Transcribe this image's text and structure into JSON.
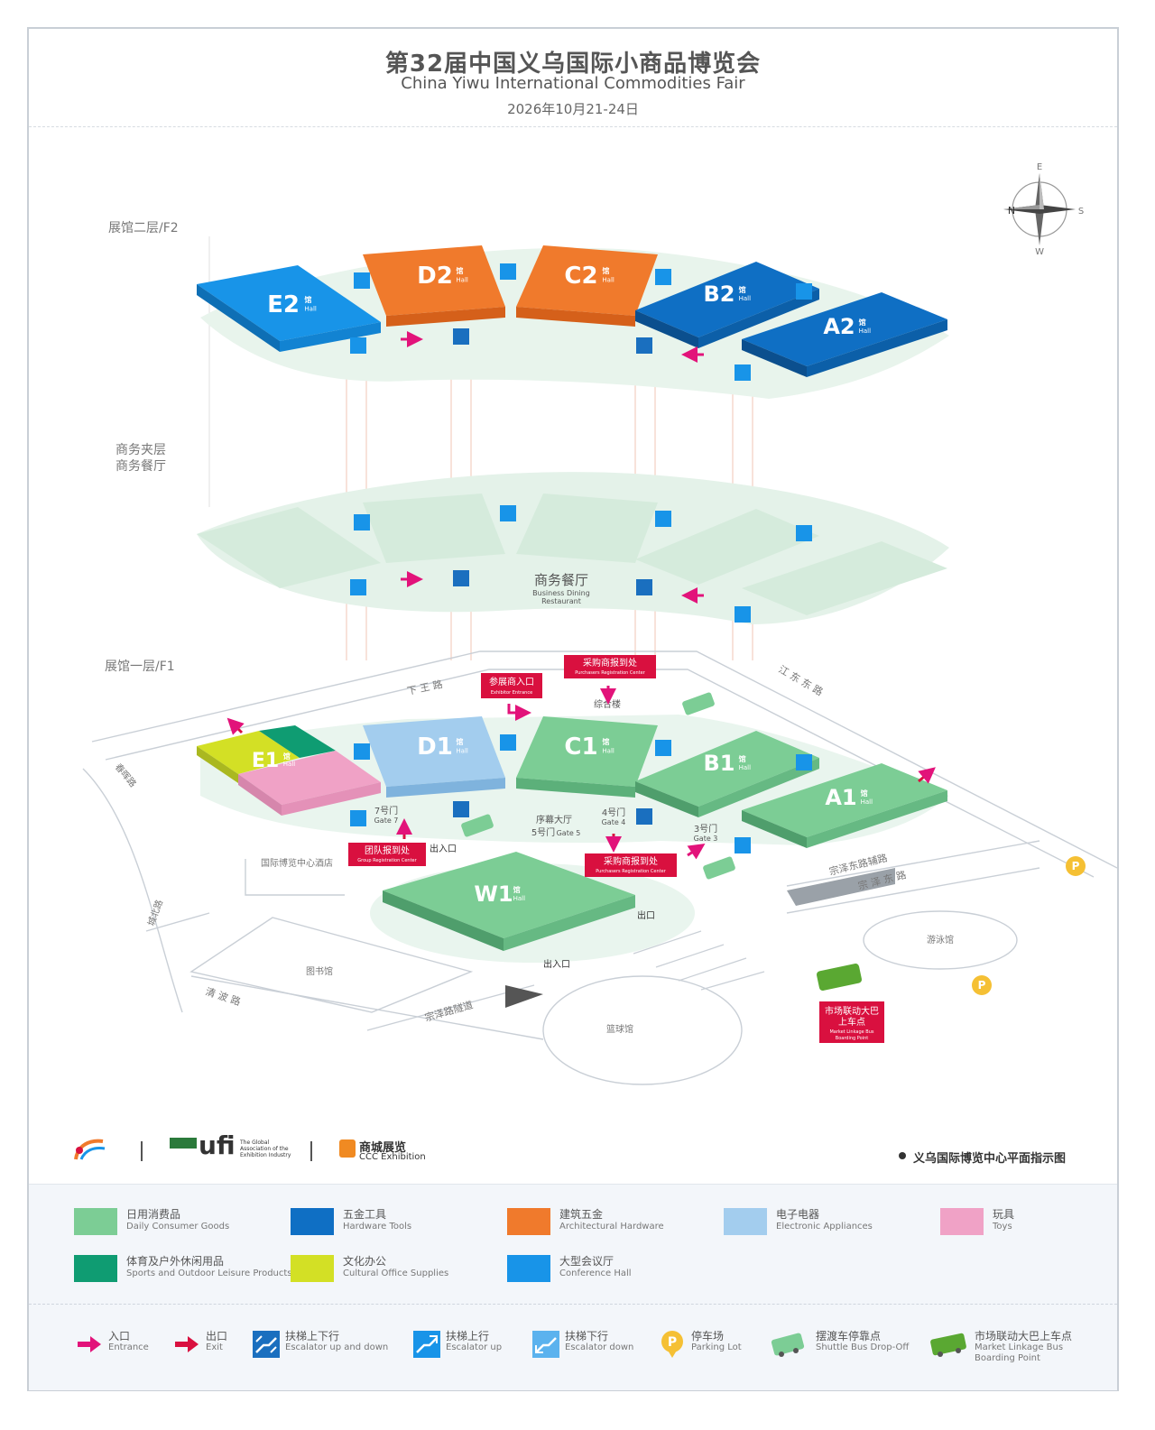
{
  "header": {
    "title_cn": "第32届中国义乌国际小商品博览会",
    "title_en": "China Yiwu International Commodities Fair",
    "date": "2026年10月21-24日"
  },
  "levels": {
    "f2": "展馆二层/F2",
    "mezz_line1": "商务夹层",
    "mezz_line2": "商务餐厅",
    "f1": "展馆一层/F1"
  },
  "compass": {
    "n": "N",
    "e": "E",
    "s": "S",
    "w": "W"
  },
  "halls_f2": [
    {
      "id": "E2",
      "cat": "conference"
    },
    {
      "id": "D2",
      "cat": "architectural"
    },
    {
      "id": "C2",
      "cat": "architectural"
    },
    {
      "id": "B2",
      "cat": "hardware"
    },
    {
      "id": "A2",
      "cat": "hardware"
    }
  ],
  "halls_f1": [
    {
      "id": "E1",
      "cat": "toys"
    },
    {
      "id": "D1",
      "cat": "electronic"
    },
    {
      "id": "C1",
      "cat": "daily"
    },
    {
      "id": "B1",
      "cat": "daily"
    },
    {
      "id": "A1",
      "cat": "daily"
    },
    {
      "id": "W1",
      "cat": "daily"
    }
  ],
  "hall_suffix_cn": "馆",
  "hall_suffix_en": "Hall",
  "restaurant": {
    "cn": "商务餐厅",
    "en1": "Business Dining",
    "en2": "Restaurant"
  },
  "roads": {
    "xiawang": "下 王 路",
    "jiangdong": "江 东 东 路",
    "zongze": "宗 泽 东 路",
    "zongze_aux": "宗泽东路辅路",
    "qingbo": "清 波 路",
    "zongze_tunnel": "宗泽路隧道",
    "left_road": "春晖路",
    "left_road2": "城北路"
  },
  "places": {
    "hotel": "国际博览中心酒店",
    "library": "图书馆",
    "basketball": "篮球馆",
    "swimming": "游泳馆",
    "complex": "综合楼"
  },
  "gates": {
    "g7_cn": "7号门",
    "g7_en": "Gate 7",
    "g4_cn": "4号门",
    "g4_en": "Gate 4",
    "g3_cn": "3号门",
    "g3_en": "Gate 3",
    "lobby_cn": "序幕大厅",
    "g5_cn": "5号门",
    "g5_en": "Gate 5",
    "entrance_exit": "出入口",
    "exit": "出口"
  },
  "signs": {
    "exhibitor_cn": "参展商入口",
    "exhibitor_en": "Exhibitor Entrance",
    "purchaser_cn": "采购商报到处",
    "purchaser_en": "Purchasers Registration Center",
    "group_cn": "团队报到处",
    "group_en": "Group Registration Center",
    "bus_cn1": "市场联动大巴",
    "bus_cn2": "上车点",
    "bus_en1": "Market Linkage Bus",
    "bus_en2": "Boarding Point"
  },
  "logos": {
    "ufi": "ufi",
    "ufi_desc1": "The Global",
    "ufi_desc2": "Association of the",
    "ufi_desc3": "Exhibition Industry",
    "ccc_cn": "商城展览",
    "ccc_en": "CCC Exhibition",
    "map_caption": "义乌国际博览中心平面指示图"
  },
  "legend_categories": [
    {
      "cn": "日用消费品",
      "en": "Daily Consumer Goods",
      "color": "#7ccd95"
    },
    {
      "cn": "五金工具",
      "en": "Hardware Tools",
      "color": "#0f6fc4"
    },
    {
      "cn": "建筑五金",
      "en": "Architectural Hardware",
      "color": "#f07a2c"
    },
    {
      "cn": "电子电器",
      "en": "Electronic Appliances",
      "color": "#a3cdee"
    },
    {
      "cn": "玩具",
      "en": "Toys",
      "color": "#f0a2c6"
    },
    {
      "cn": "体育及户外休闲用品",
      "en": "Sports and Outdoor Leisure Products",
      "color": "#0f9c72"
    },
    {
      "cn": "文化办公",
      "en": "Cultural Office Supplies",
      "color": "#d3e025"
    },
    {
      "cn": "大型会议厅",
      "en": "Conference Hall",
      "color": "#1894e8"
    }
  ],
  "legend_symbols": [
    {
      "cn": "入口",
      "en": "Entrance",
      "icon": "entrance-arrow-icon"
    },
    {
      "cn": "出口",
      "en": "Exit",
      "icon": "exit-arrow-icon"
    },
    {
      "cn": "扶梯上下行",
      "en": "Escalator up and down",
      "icon": "escalator-updown-icon"
    },
    {
      "cn": "扶梯上行",
      "en": "Escalator up",
      "icon": "escalator-up-icon"
    },
    {
      "cn": "扶梯下行",
      "en": "Escalator down",
      "icon": "escalator-down-icon"
    },
    {
      "cn": "停车场",
      "en": "Parking Lot",
      "icon": "parking-icon"
    },
    {
      "cn": "摆渡车停靠点",
      "en": "Shuttle Bus Drop-Off",
      "icon": "shuttle-bus-icon"
    },
    {
      "cn": "市场联动大巴上车点",
      "en": "Market Linkage Bus",
      "en2": "Boarding Point",
      "icon": "market-bus-icon"
    }
  ],
  "colors": {
    "daily": "#7ccd95",
    "hardware": "#0f6fc4",
    "architectural": "#f07a2c",
    "electronic": "#a3cdee",
    "toys": "#f0a2c6",
    "sports": "#0f9c72",
    "office": "#d3e025",
    "conference": "#1894e8",
    "sign_red": "#d9103f",
    "entrance_pink": "#e2137a",
    "mezzanine": "#dcefe3"
  }
}
